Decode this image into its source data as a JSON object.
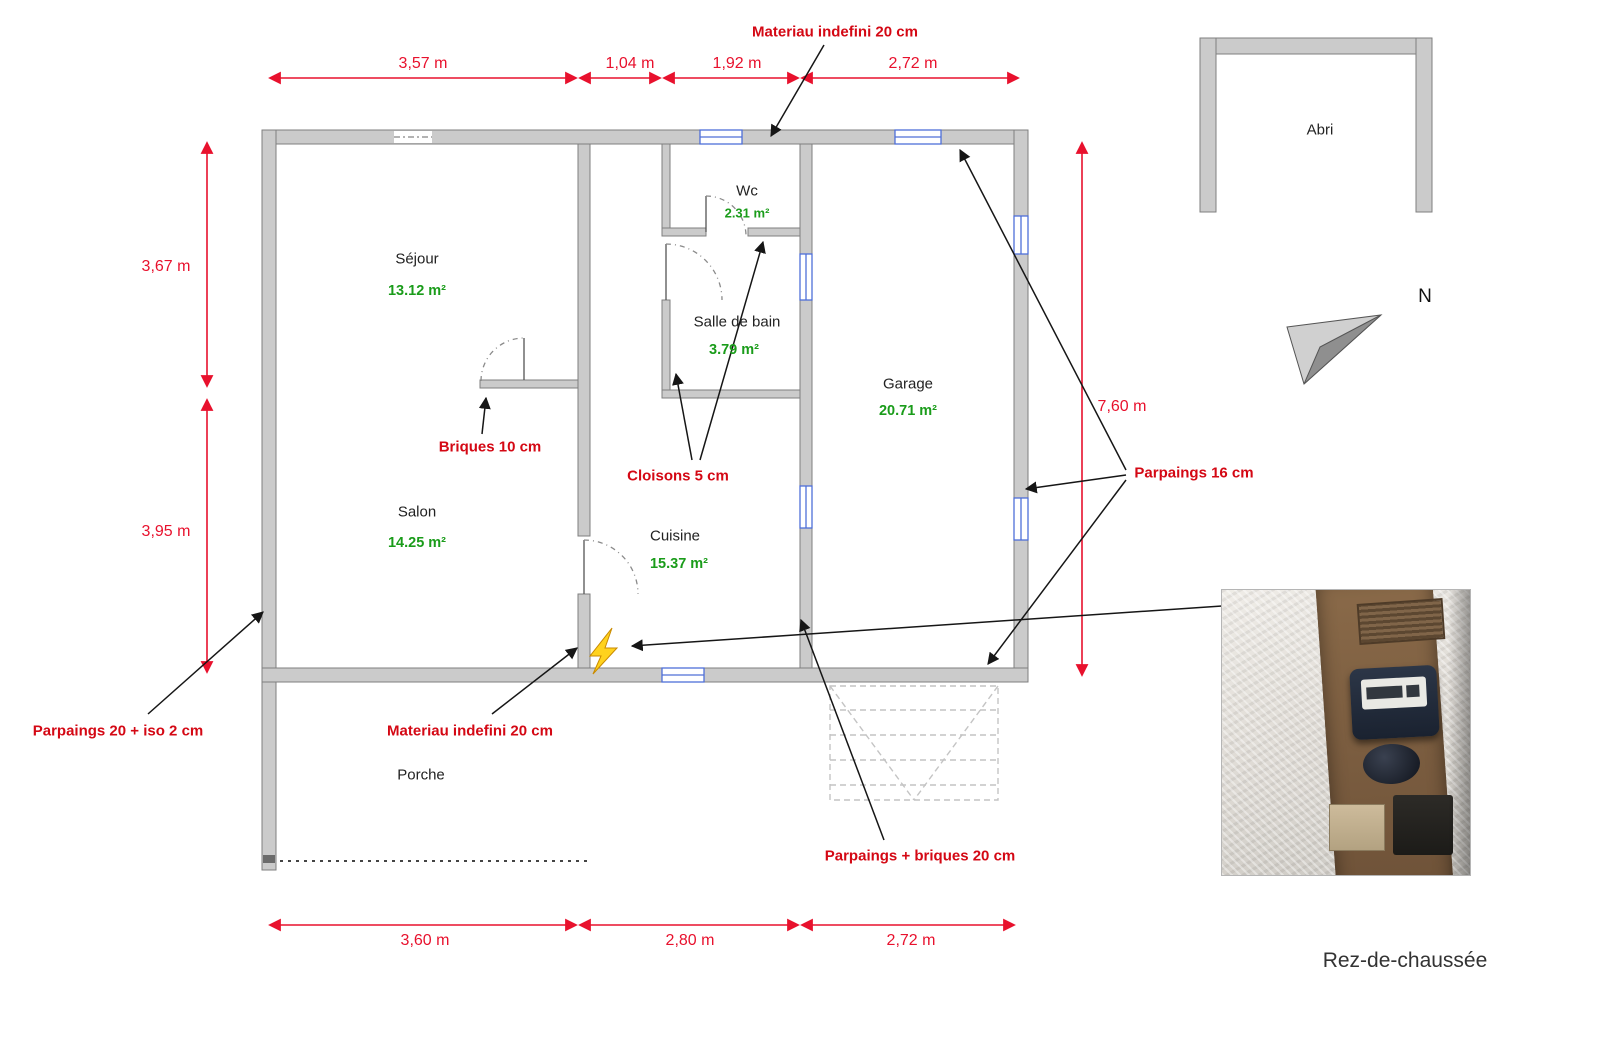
{
  "title": "Rez-de-chaussée",
  "compass": {
    "label": "N"
  },
  "rooms": {
    "sejour": {
      "name": "Séjour",
      "area": "13.12 m²"
    },
    "salon": {
      "name": "Salon",
      "area": "14.25 m²"
    },
    "wc": {
      "name": "Wc",
      "area": "2.31 m²"
    },
    "salle_de_bain": {
      "name": "Salle de bain",
      "area": "3.79 m²"
    },
    "cuisine": {
      "name": "Cuisine",
      "area": "15.37 m²"
    },
    "garage": {
      "name": "Garage",
      "area": "20.71 m²"
    },
    "porche": {
      "name": "Porche"
    },
    "abri": {
      "name": "Abri"
    }
  },
  "dimensions": {
    "top": [
      "3,57 m",
      "1,04 m",
      "1,92 m",
      "2,72 m"
    ],
    "left": [
      "3,67 m",
      "3,95 m"
    ],
    "right": [
      "7,60 m"
    ],
    "bottom": [
      "3,60 m",
      "2,80 m",
      "2,72 m"
    ]
  },
  "annotations": {
    "materiau_top": "Materiau indefini 20 cm",
    "briques": "Briques 10 cm",
    "cloisons": "Cloisons 5 cm",
    "parpaings16": "Parpaings 16 cm",
    "parpaings_iso": "Parpaings 20 + iso 2 cm",
    "materiau_bottom": "Materiau indefini 20 cm",
    "parpaings_briques": "Parpaings + briques 20 cm"
  },
  "colors": {
    "dimension_red": "#e8112d",
    "annotation_red": "#d40814",
    "area_green": "#1a9c1a",
    "wall_fill": "#cbcbcb",
    "wall_stroke": "#7f7f7f",
    "window_blue": "#4f6fd8",
    "bolt_yellow": "#ffd21e"
  }
}
